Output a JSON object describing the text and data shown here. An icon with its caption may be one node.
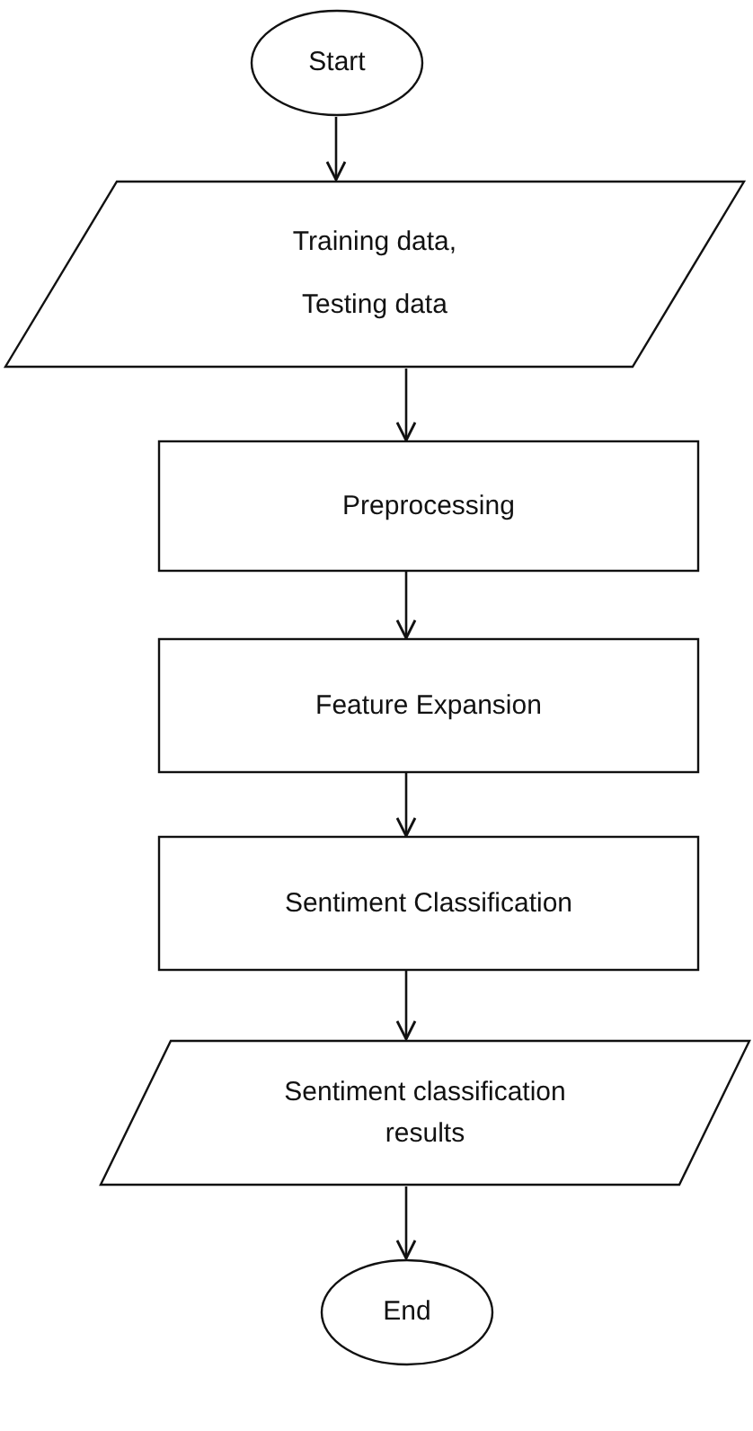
{
  "diagram": {
    "nodes": [
      {
        "text": [
          "Start"
        ]
      },
      {
        "text": [
          "Training data, Testing data"
        ]
      },
      {
        "text": [
          "Preprocessing"
        ]
      },
      {
        "text": [
          "Feature Expansion"
        ]
      },
      {
        "text": [
          "Sentiment Classification"
        ]
      },
      {
        "text": [
          "Sentiment classification results"
        ]
      },
      {
        "text": [
          "End"
        ]
      }
    ],
    "edges": [
      {
        "from": 0,
        "to": 1,
        "arrow": "to"
      },
      {
        "from": 1,
        "to": 2,
        "arrow": "to"
      },
      {
        "from": 2,
        "to": 3,
        "arrow": "to"
      },
      {
        "from": 3,
        "to": 4,
        "arrow": "to"
      },
      {
        "from": 4,
        "to": 5,
        "arrow": "to"
      },
      {
        "from": 5,
        "to": 6,
        "arrow": "to"
      }
    ]
  }
}
